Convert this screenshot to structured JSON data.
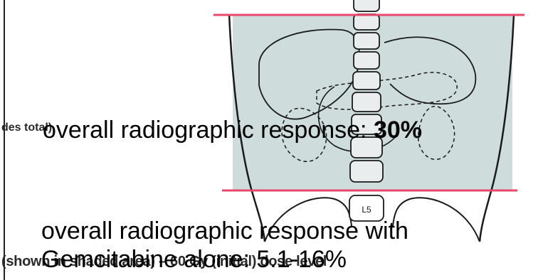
{
  "figure": {
    "left_fragment": "des total)",
    "caption": "(shown in shaded area) – 60 Gy (initial) dose level",
    "vertebra_label": "L5",
    "colors": {
      "shaded_field": "#cfdcdc",
      "boundary_lines": "#e8486a",
      "outline": "#1a1a1a"
    }
  },
  "overlay": {
    "line1_text": "overall radiographic response: ",
    "line1_value": "30%",
    "line2_text": "overall radiographic response with",
    "line3_text": "Gemcitabine alone: 5.1-16%"
  }
}
